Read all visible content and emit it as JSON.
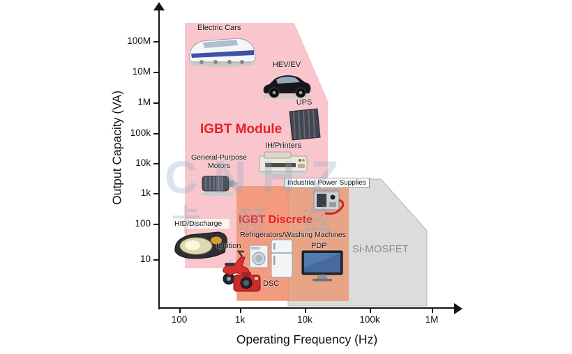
{
  "axes": {
    "x": {
      "label": "Operating Frequency (Hz)",
      "ticks": [
        "100",
        "1k",
        "10k",
        "100k",
        "1M"
      ]
    },
    "y": {
      "label": "Output Capacity (VA)",
      "ticks": [
        "100M",
        "10M",
        "1M",
        "100k",
        "10k",
        "1k",
        "100",
        "10"
      ]
    }
  },
  "watermark": {
    "line1": "CNHZ",
    "line2": "卡赫兹"
  },
  "chart_data": {
    "type": "area",
    "title": "",
    "xlabel": "Operating Frequency (Hz)",
    "ylabel": "Output Capacity (VA)",
    "x_scale": "log",
    "y_scale": "log",
    "x_ticks": [
      "100",
      "1k",
      "10k",
      "100k",
      "1M"
    ],
    "y_ticks": [
      "10",
      "100",
      "1k",
      "10k",
      "100k",
      "1M",
      "10M",
      "100M"
    ],
    "legend": "none",
    "grid": false,
    "regions": [
      {
        "name": "IGBT Module",
        "color": "#f8c6cc",
        "approx_freq_hz": [
          100,
          20000
        ],
        "approx_capacity_va": [
          50,
          300000000
        ]
      },
      {
        "name": "IGBT Discrete",
        "color": "#f07840",
        "approx_freq_hz": [
          800,
          40000
        ],
        "approx_capacity_va": [
          5,
          3000
        ]
      },
      {
        "name": "Si-MOSFET",
        "color": "#dcdcdc",
        "approx_freq_hz": [
          6000,
          1000000
        ],
        "approx_capacity_va": [
          5,
          3000
        ]
      }
    ],
    "applications": [
      {
        "label": "Electric Cars",
        "freq_hz": 300,
        "capacity_va": 100000000
      },
      {
        "label": "HEV/EV",
        "freq_hz": 2000,
        "capacity_va": 10000000
      },
      {
        "label": "UPS",
        "freq_hz": 8000,
        "capacity_va": 1000000
      },
      {
        "label": "IH/Printers",
        "freq_hz": 7000,
        "capacity_va": 50000
      },
      {
        "label": "General-Purpose Motors",
        "freq_hz": 300,
        "capacity_va": 10000
      },
      {
        "label": "Industrial Power Supplies",
        "freq_hz": 20000,
        "capacity_va": 1500
      },
      {
        "label": "HID/Discharge",
        "freq_hz": 200,
        "capacity_va": 60
      },
      {
        "label": "Refrigerators/Washing Machines",
        "freq_hz": 5000,
        "capacity_va": 60
      },
      {
        "label": "Ignition",
        "freq_hz": 800,
        "capacity_va": 25
      },
      {
        "label": "PDP",
        "freq_hz": 20000,
        "capacity_va": 25
      },
      {
        "label": "DSC",
        "freq_hz": 2500,
        "capacity_va": 10
      }
    ]
  }
}
